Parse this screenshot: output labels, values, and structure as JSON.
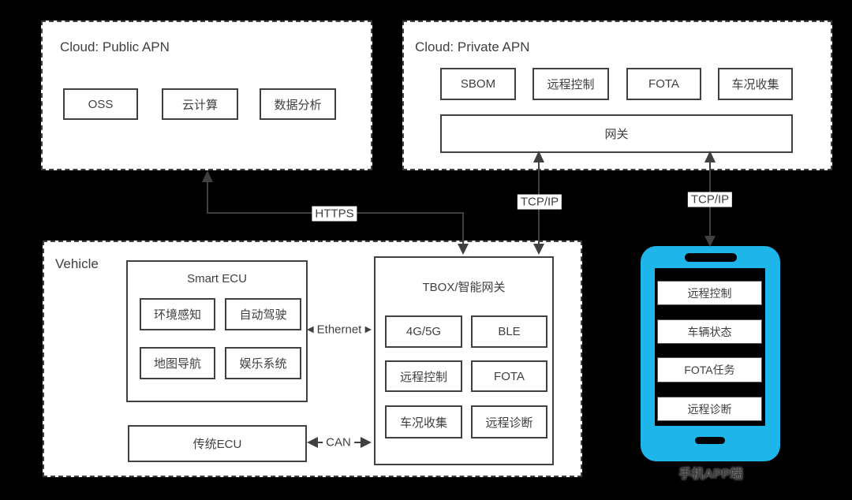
{
  "colors": {
    "background": "#000000",
    "panel_fill": "#ffffff",
    "line": "#404040",
    "text": "#3f3f3f",
    "phone_body": "#1eb5ea",
    "phone_screen": "#000000"
  },
  "public_apn": {
    "title": "Cloud: Public APN",
    "items": [
      "OSS",
      "云计算",
      "数据分析"
    ]
  },
  "private_apn": {
    "title": "Cloud: Private APN",
    "items": [
      "SBOM",
      "远程控制",
      "FOTA",
      "车况收集"
    ],
    "gateway": "网关"
  },
  "vehicle": {
    "title": "Vehicle",
    "smart_ecu": {
      "title": "Smart ECU",
      "items": [
        "环境感知",
        "自动驾驶",
        "地图导航",
        "娱乐系统"
      ]
    },
    "legacy_ecu": "传统ECU",
    "tbox": {
      "title": "TBOX/智能网关",
      "items": [
        "4G/5G",
        "BLE",
        "远程控制",
        "FOTA",
        "车况收集",
        "远程诊断"
      ]
    }
  },
  "phone": {
    "items": [
      "远程控制",
      "车辆状态",
      "FOTA任务",
      "远程诊断"
    ],
    "caption": "手机APP端"
  },
  "connections": {
    "https": "HTTPS",
    "tcpip_tbox": "TCP/IP",
    "tcpip_phone": "TCP/IP",
    "ethernet": "Ethernet",
    "can": "CAN"
  }
}
